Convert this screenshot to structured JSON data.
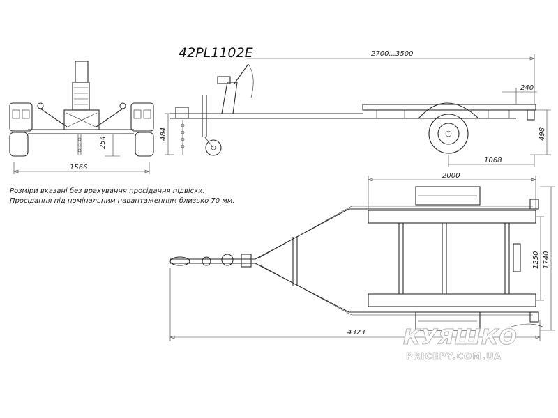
{
  "model": "42PL1102E",
  "notes": [
    "Розміри вказані без врахування просідання підвіски.",
    "Просідання під номінальним навантаженням близько 70 мм."
  ],
  "dimensions": {
    "front_width": "1566",
    "front_height": "254",
    "side_hitch_height": "484",
    "side_length_range": "2700...3500",
    "side_rear_overhang": "240",
    "side_rear_height": "498",
    "side_wheel_offset": "1068",
    "top_bunk_length": "2000",
    "top_total_length": "4323",
    "top_inner_width": "1250",
    "top_total_width": "1740"
  },
  "watermark": {
    "brand": "КУЯШКО",
    "site": "PRICEPY.COM.UA"
  }
}
